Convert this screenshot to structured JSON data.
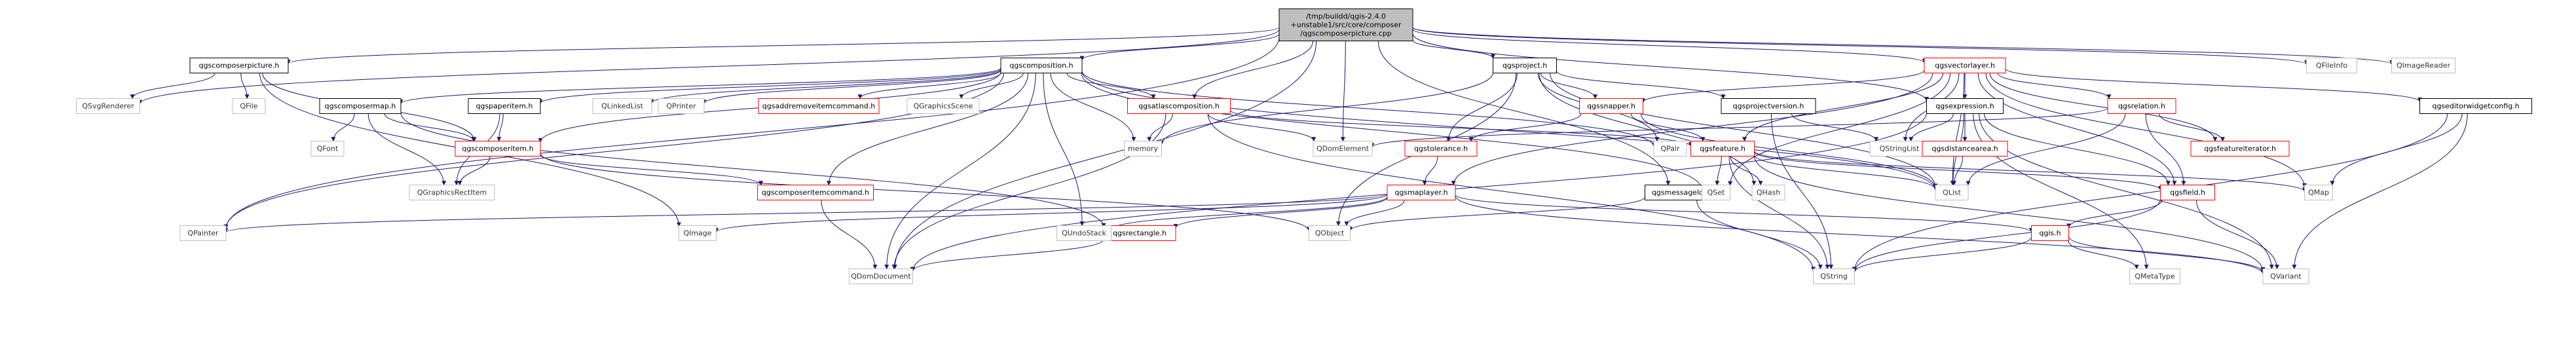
{
  "nodes": [
    {
      "id": "root",
      "lines": [
        "/tmp/buildd/qgis-2.4.0",
        "+unstable1/src/core/composer",
        "/qgscomposerpicture.cpp"
      ],
      "style": "root"
    },
    {
      "id": "qgscomposerpicture_h",
      "lines": [
        "qgscomposerpicture.h"
      ],
      "style": "black"
    },
    {
      "id": "qgscomposition_h",
      "lines": [
        "qgscomposition.h"
      ],
      "style": "black"
    },
    {
      "id": "qgsproject_h",
      "lines": [
        "qgsproject.h"
      ],
      "style": "black"
    },
    {
      "id": "qgsvectorlayer_h",
      "lines": [
        "qgsvectorlayer.h"
      ],
      "style": "red"
    },
    {
      "id": "QFileInfo",
      "lines": [
        "QFileInfo"
      ],
      "style": "gray"
    },
    {
      "id": "QImageReader",
      "lines": [
        "QImageReader"
      ],
      "style": "gray"
    },
    {
      "id": "QSvgRenderer",
      "lines": [
        "QSvgRenderer"
      ],
      "style": "gray"
    },
    {
      "id": "QFile",
      "lines": [
        "QFile"
      ],
      "style": "gray"
    },
    {
      "id": "qgscomposermap_h",
      "lines": [
        "qgscomposermap.h"
      ],
      "style": "black"
    },
    {
      "id": "qgspaperitem_h",
      "lines": [
        "qgspaperitem.h"
      ],
      "style": "black"
    },
    {
      "id": "QLinkedList",
      "lines": [
        "QLinkedList"
      ],
      "style": "gray"
    },
    {
      "id": "QPrinter",
      "lines": [
        "QPrinter"
      ],
      "style": "gray"
    },
    {
      "id": "qgsaddremoveitemcommand_h",
      "lines": [
        "qgsaddremoveitemcommand.h"
      ],
      "style": "red"
    },
    {
      "id": "QGraphicsScene",
      "lines": [
        "QGraphicsScene"
      ],
      "style": "gray"
    },
    {
      "id": "qgsatlascomposition_h",
      "lines": [
        "qgsatlascomposition.h"
      ],
      "style": "red"
    },
    {
      "id": "QDomElement",
      "lines": [
        "QDomElement"
      ],
      "style": "gray"
    },
    {
      "id": "qgssnapper_h",
      "lines": [
        "qgssnapper.h"
      ],
      "style": "red"
    },
    {
      "id": "qgsprojectversion_h",
      "lines": [
        "qgsprojectversion.h"
      ],
      "style": "black"
    },
    {
      "id": "qgsexpression_h",
      "lines": [
        "qgsexpression.h"
      ],
      "style": "black"
    },
    {
      "id": "qgsrelation_h",
      "lines": [
        "qgsrelation.h"
      ],
      "style": "red"
    },
    {
      "id": "qgseditorwidgetconfig_h",
      "lines": [
        "qgseditorwidgetconfig.h"
      ],
      "style": "black"
    },
    {
      "id": "QFont",
      "lines": [
        "QFont"
      ],
      "style": "gray"
    },
    {
      "id": "qgscomposeritem_h",
      "lines": [
        "qgscomposeritem.h"
      ],
      "style": "red"
    },
    {
      "id": "memory",
      "lines": [
        "memory"
      ],
      "style": "gray"
    },
    {
      "id": "QPair",
      "lines": [
        "QPair"
      ],
      "style": "gray"
    },
    {
      "id": "qgstolerance_h",
      "lines": [
        "qgstolerance.h"
      ],
      "style": "red"
    },
    {
      "id": "qgsfeature_h",
      "lines": [
        "qgsfeature.h"
      ],
      "style": "red"
    },
    {
      "id": "QStringList",
      "lines": [
        "QStringList"
      ],
      "style": "gray"
    },
    {
      "id": "qgsdistancearea_h",
      "lines": [
        "qgsdistancearea.h"
      ],
      "style": "red"
    },
    {
      "id": "qgsfeatureiterator_h",
      "lines": [
        "qgsfeatureiterator.h"
      ],
      "style": "red"
    },
    {
      "id": "QGraphicsRectItem",
      "lines": [
        "QGraphicsRectItem"
      ],
      "style": "gray"
    },
    {
      "id": "qgscomposeritemcommand_h",
      "lines": [
        "qgscomposeritemcommand.h"
      ],
      "style": "red"
    },
    {
      "id": "qgsmaplayer_h",
      "lines": [
        "qgsmaplayer.h"
      ],
      "style": "red"
    },
    {
      "id": "qgsmessagelog_h",
      "lines": [
        "qgsmessagelog.h"
      ],
      "style": "black"
    },
    {
      "id": "QSet",
      "lines": [
        "QSet"
      ],
      "style": "gray"
    },
    {
      "id": "QHash",
      "lines": [
        "QHash"
      ],
      "style": "gray"
    },
    {
      "id": "QList",
      "lines": [
        "QList"
      ],
      "style": "gray"
    },
    {
      "id": "qgsfield_h",
      "lines": [
        "qgsfield.h"
      ],
      "style": "red"
    },
    {
      "id": "QMap",
      "lines": [
        "QMap"
      ],
      "style": "gray"
    },
    {
      "id": "QPainter",
      "lines": [
        "QPainter"
      ],
      "style": "gray"
    },
    {
      "id": "QImage",
      "lines": [
        "QImage"
      ],
      "style": "gray"
    },
    {
      "id": "qgsrectangle_h",
      "lines": [
        "qgsrectangle.h"
      ],
      "style": "red"
    },
    {
      "id": "QUndoStack",
      "lines": [
        "QUndoStack"
      ],
      "style": "gray"
    },
    {
      "id": "QObject",
      "lines": [
        "QObject"
      ],
      "style": "gray"
    },
    {
      "id": "qgis_h",
      "lines": [
        "qgis.h"
      ],
      "style": "red"
    },
    {
      "id": "QDomDocument",
      "lines": [
        "QDomDocument"
      ],
      "style": "gray"
    },
    {
      "id": "QString",
      "lines": [
        "QString"
      ],
      "style": "gray"
    },
    {
      "id": "QMetaType",
      "lines": [
        "QMetaType"
      ],
      "style": "gray"
    },
    {
      "id": "QVariant",
      "lines": [
        "QVariant"
      ],
      "style": "gray"
    }
  ],
  "edges": [
    [
      "root",
      "qgscomposerpicture_h"
    ],
    [
      "root",
      "qgscomposition_h"
    ],
    [
      "root",
      "qgsproject_h"
    ],
    [
      "root",
      "qgsvectorlayer_h"
    ],
    [
      "root",
      "QFileInfo"
    ],
    [
      "root",
      "QImageReader"
    ],
    [
      "root",
      "QSvgRenderer"
    ],
    [
      "root",
      "QPainter"
    ],
    [
      "root",
      "QDomDocument"
    ],
    [
      "root",
      "QDomElement"
    ],
    [
      "root",
      "qgsatlascomposition_h"
    ],
    [
      "root",
      "qgsexpression_h"
    ],
    [
      "root",
      "qgsmessagelog_h"
    ],
    [
      "qgscomposerpicture_h",
      "QSvgRenderer"
    ],
    [
      "qgscomposerpicture_h",
      "QFile"
    ],
    [
      "qgscomposerpicture_h",
      "qgscomposeritem_h"
    ],
    [
      "qgscomposerpicture_h",
      "QImage"
    ],
    [
      "qgscomposition_h",
      "qgscomposermap_h"
    ],
    [
      "qgscomposition_h",
      "qgspaperitem_h"
    ],
    [
      "qgscomposition_h",
      "QLinkedList"
    ],
    [
      "qgscomposition_h",
      "QPrinter"
    ],
    [
      "qgscomposition_h",
      "qgsaddremoveitemcommand_h"
    ],
    [
      "qgscomposition_h",
      "QGraphicsScene"
    ],
    [
      "qgscomposition_h",
      "qgsatlascomposition_h"
    ],
    [
      "qgscomposition_h",
      "memory"
    ],
    [
      "qgscomposition_h",
      "QPair"
    ],
    [
      "qgscomposition_h",
      "qgscomposeritem_h"
    ],
    [
      "qgscomposition_h",
      "qgscomposeritemcommand_h"
    ],
    [
      "qgscomposition_h",
      "QUndoStack"
    ],
    [
      "qgscomposition_h",
      "QDomDocument"
    ],
    [
      "qgscomposition_h",
      "QPainter"
    ],
    [
      "qgscomposition_h",
      "QList"
    ],
    [
      "qgscomposition_h",
      "QSet"
    ],
    [
      "qgsproject_h",
      "memory"
    ],
    [
      "qgsproject_h",
      "QPair"
    ],
    [
      "qgsproject_h",
      "qgssnapper_h"
    ],
    [
      "qgsproject_h",
      "qgsprojectversion_h"
    ],
    [
      "qgsproject_h",
      "qgstolerance_h"
    ],
    [
      "qgsproject_h",
      "QObject"
    ],
    [
      "qgsproject_h",
      "QHash"
    ],
    [
      "qgsproject_h",
      "QList"
    ],
    [
      "qgsvectorlayer_h",
      "qgsmaplayer_h"
    ],
    [
      "qgsvectorlayer_h",
      "qgssnapper_h"
    ],
    [
      "qgsvectorlayer_h",
      "qgsfeature_h"
    ],
    [
      "qgsvectorlayer_h",
      "qgsexpression_h"
    ],
    [
      "qgsvectorlayer_h",
      "qgsrelation_h"
    ],
    [
      "qgsvectorlayer_h",
      "qgseditorwidgetconfig_h"
    ],
    [
      "qgsvectorlayer_h",
      "qgsfeatureiterator_h"
    ],
    [
      "qgsvectorlayer_h",
      "QStringList"
    ],
    [
      "qgsvectorlayer_h",
      "QList"
    ],
    [
      "qgsvectorlayer_h",
      "QSet"
    ],
    [
      "qgsvectorlayer_h",
      "QMap"
    ],
    [
      "qgsvectorlayer_h",
      "qgsfield_h"
    ],
    [
      "qgscomposermap_h",
      "QFont"
    ],
    [
      "qgscomposermap_h",
      "qgscomposeritem_h"
    ],
    [
      "qgscomposermap_h",
      "QGraphicsRectItem"
    ],
    [
      "qgscomposermap_h",
      "qgsrectangle_h"
    ],
    [
      "qgspaperitem_h",
      "qgscomposeritem_h"
    ],
    [
      "qgspaperitem_h",
      "QGraphicsRectItem"
    ],
    [
      "qgsatlascomposition_h",
      "memory"
    ],
    [
      "qgsatlascomposition_h",
      "QDomElement"
    ],
    [
      "qgsatlascomposition_h",
      "qgsfeature_h"
    ],
    [
      "qgsatlascomposition_h",
      "QDomDocument"
    ],
    [
      "qgsatlascomposition_h",
      "QString"
    ],
    [
      "qgssnapper_h",
      "qgstolerance_h"
    ],
    [
      "qgssnapper_h",
      "qgsfeature_h"
    ],
    [
      "qgssnapper_h",
      "QList"
    ],
    [
      "qgsprojectversion_h",
      "QString"
    ],
    [
      "qgsprojectversion_h",
      "QStringList"
    ],
    [
      "qgsexpression_h",
      "qgsdistancearea_h"
    ],
    [
      "qgsexpression_h",
      "qgsfield_h"
    ],
    [
      "qgsexpression_h",
      "QStringList"
    ],
    [
      "qgsexpression_h",
      "QVariant"
    ],
    [
      "qgsexpression_h",
      "QList"
    ],
    [
      "qgsexpression_h",
      "QDomDocument"
    ],
    [
      "qgsexpression_h",
      "QMetaType"
    ],
    [
      "qgsrelation_h",
      "qgsfeatureiterator_h"
    ],
    [
      "qgsrelation_h",
      "qgsfield_h"
    ],
    [
      "qgsrelation_h",
      "QList"
    ],
    [
      "qgsrelation_h",
      "QDomElement"
    ],
    [
      "qgseditorwidgetconfig_h",
      "QMap"
    ],
    [
      "qgseditorwidgetconfig_h",
      "QString"
    ],
    [
      "qgseditorwidgetconfig_h",
      "QVariant"
    ],
    [
      "qgscomposeritem_h",
      "qgscomposeritemcommand_h"
    ],
    [
      "qgscomposeritem_h",
      "QGraphicsRectItem"
    ],
    [
      "qgscomposeritem_h",
      "QObject"
    ],
    [
      "qgstolerance_h",
      "qgsmaplayer_h"
    ],
    [
      "qgsfeature_h",
      "QMap"
    ],
    [
      "qgsfeature_h",
      "QString"
    ],
    [
      "qgsfeature_h",
      "QVariant"
    ],
    [
      "qgsfeature_h",
      "QList"
    ],
    [
      "qgsfeature_h",
      "QHash"
    ],
    [
      "qgsfeature_h",
      "QSet"
    ],
    [
      "qgsfeature_h",
      "qgsfield_h"
    ],
    [
      "qgsdistancearea_h",
      "QList"
    ],
    [
      "qgscomposeritemcommand_h",
      "QDomDocument"
    ],
    [
      "qgsmaplayer_h",
      "QPainter"
    ],
    [
      "qgsmaplayer_h",
      "QImage"
    ],
    [
      "qgsmaplayer_h",
      "qgsrectangle_h"
    ],
    [
      "qgsmaplayer_h",
      "QUndoStack"
    ],
    [
      "qgsmaplayer_h",
      "QObject"
    ],
    [
      "qgsmaplayer_h",
      "qgis_h"
    ],
    [
      "qgsmaplayer_h",
      "QVariant"
    ],
    [
      "qgsmessagelog_h",
      "QObject"
    ],
    [
      "qgsmessagelog_h",
      "QString"
    ],
    [
      "qgsfield_h",
      "qgis_h"
    ],
    [
      "qgsfield_h",
      "QString"
    ],
    [
      "qgsfield_h",
      "QVariant"
    ],
    [
      "qgsrectangle_h",
      "QDomDocument"
    ],
    [
      "qgis_h",
      "QString"
    ],
    [
      "qgis_h",
      "QMetaType"
    ],
    [
      "qgis_h",
      "QVariant"
    ]
  ],
  "colors": {
    "edge": "#191970",
    "root_fill": "#bfbfbf",
    "red_border": "#ff0000",
    "black_border": "#000000",
    "gray_border": "#bfbfbf"
  }
}
